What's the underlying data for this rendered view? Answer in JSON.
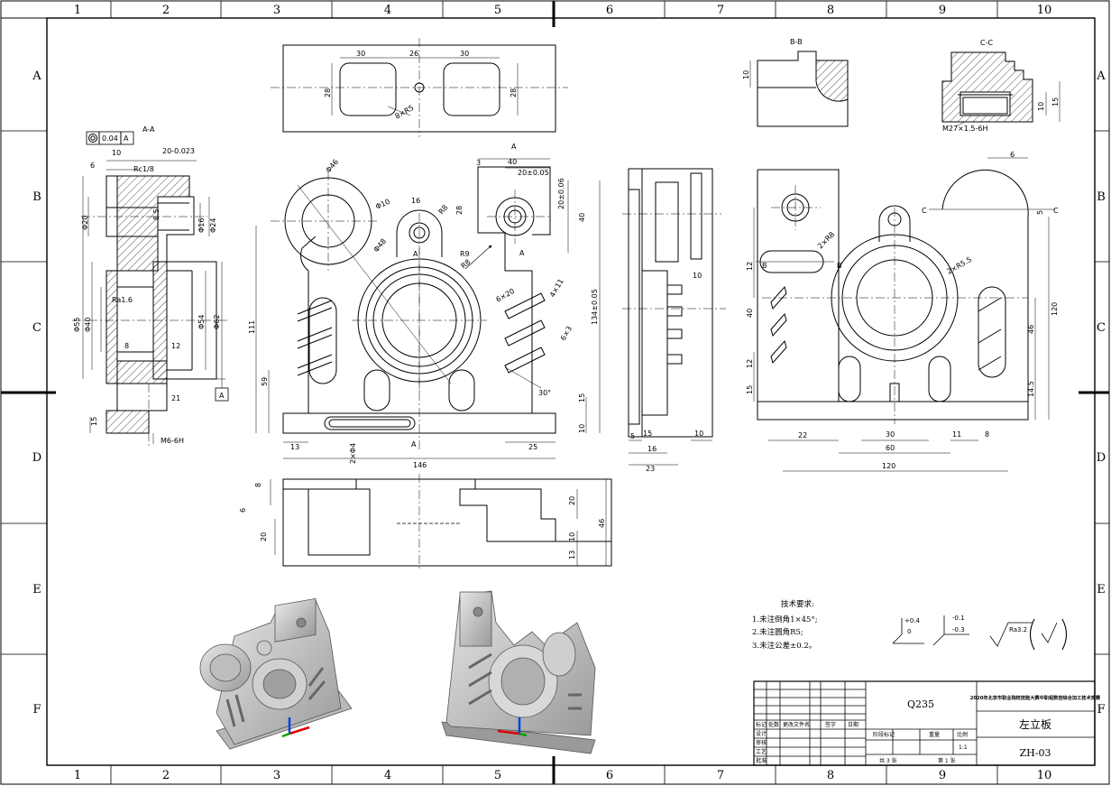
{
  "sheet": {
    "columns": [
      "1",
      "2",
      "3",
      "4",
      "5",
      "6",
      "7",
      "8",
      "9",
      "10"
    ],
    "rows": [
      "A",
      "B",
      "C",
      "D",
      "E",
      "F"
    ]
  },
  "views": {
    "section_aa": {
      "label": "A-A",
      "flatness": "0.04",
      "datum": "A",
      "dims": [
        "10",
        "20-0.023",
        "6",
        "Rc1/8",
        "8.5",
        "Φ20",
        "Φ16",
        "Φ24",
        "Ra1.6",
        "Φ55",
        "Φ40",
        "Φ54",
        "Φ62",
        "8",
        "12",
        "21",
        "15",
        "M6-6H"
      ]
    },
    "top_view": {
      "dims": [
        "30",
        "26",
        "30",
        "28",
        "28",
        "8×R5"
      ]
    },
    "front_view": {
      "dims": [
        "3",
        "40",
        "20±0.05",
        "Φ46",
        "Φ10",
        "16",
        "R8",
        "28",
        "20±0.06",
        "40",
        "R9",
        "R8",
        "Φ48",
        "6×20",
        "4×11",
        "6×3",
        "111",
        "59",
        "134±0.05",
        "30°",
        "15",
        "10",
        "13",
        "25",
        "2×Φ4",
        "146"
      ],
      "labels": [
        "A",
        "A",
        "A",
        "A"
      ]
    },
    "side_view": {
      "dims": [
        "10",
        "5",
        "15",
        "16",
        "23",
        "10"
      ]
    },
    "bottom_view": {
      "dims": [
        "8",
        "6",
        "20",
        "20",
        "10",
        "13",
        "46"
      ]
    },
    "section_bb": {
      "label": "B-B",
      "dims": [
        "10"
      ]
    },
    "section_cc": {
      "label": "C-C",
      "dims": [
        "M27×1.5-6H",
        "10",
        "15"
      ]
    },
    "right_view": {
      "dims": [
        "6",
        "5",
        "2×R8",
        "2×R5.5",
        "12",
        "40",
        "12",
        "15",
        "120",
        "46",
        "14.5",
        "22",
        "30",
        "60",
        "120",
        "11",
        "8"
      ],
      "labels": [
        "B",
        "B",
        "C",
        "C"
      ]
    }
  },
  "tech_notes": {
    "title": "技术要求:",
    "items": [
      "1.未注倒角1×45°;",
      "2.未注圆角R5;",
      "3.未注公差±0.2。"
    ]
  },
  "surface_symbols": {
    "tol_a_top": "+0.4",
    "tol_a_bot": "0",
    "tol_b_top": "-0.1",
    "tol_b_bot": "-0.3",
    "roughness": "Ra3.2"
  },
  "title_block": {
    "material": "Q235",
    "competition": "2020年北京市职业院校技能大赛中职组数控综合加工技术竞赛",
    "part_name": "左立板",
    "drawing_no": "ZH-03",
    "scale_label": "比例",
    "scale": "1:1",
    "headers": [
      "标记",
      "处数",
      "更改文件名",
      "签字",
      "日期"
    ],
    "row_labels": [
      "设计",
      "审核",
      "工艺",
      "批准"
    ],
    "stage_cols": [
      "阶段标记",
      "重量",
      "比例"
    ],
    "sheets_total": "共 3 张",
    "sheet_index": "第 1 张"
  }
}
